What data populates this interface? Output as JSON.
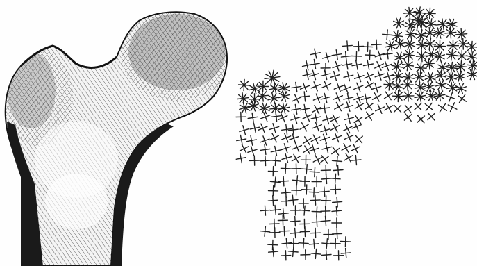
{
  "figure": {
    "panels": [
      {
        "id": "left",
        "kind": "femur-engraving"
      },
      {
        "id": "right",
        "kind": "trabecular-stress-cross-diagram"
      }
    ],
    "colors": {
      "ink": "#1f1f1f",
      "shading": "#3a3a3a",
      "background": "#fefefe"
    }
  }
}
